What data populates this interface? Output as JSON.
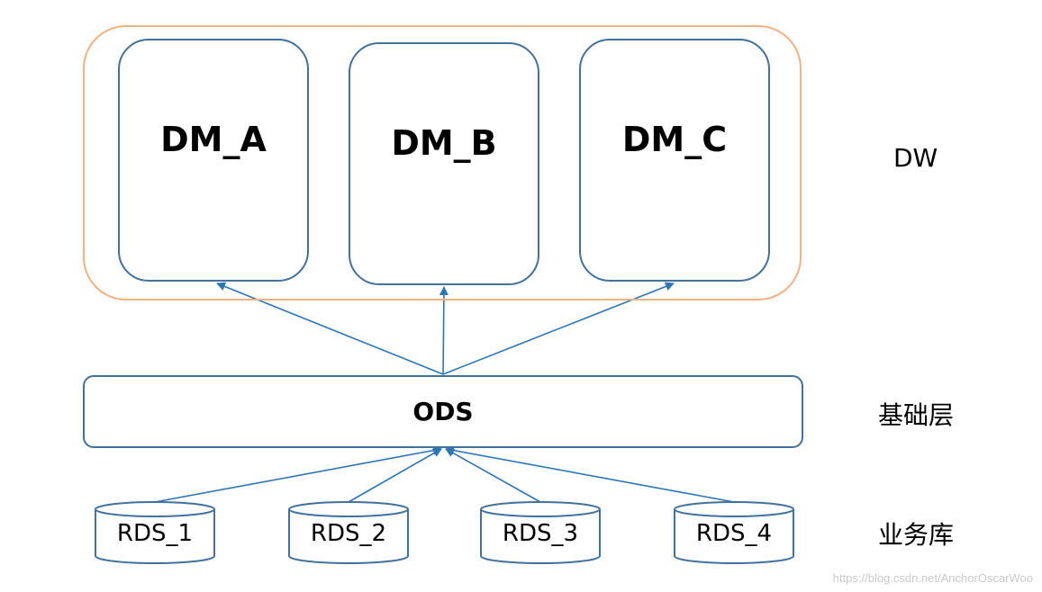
{
  "diagram": {
    "dw_label": "DW",
    "base_layer_label": "基础层",
    "business_db_label": "业务库",
    "data_marts": [
      {
        "label": "DM_A"
      },
      {
        "label": "DM_B"
      },
      {
        "label": "DM_C"
      }
    ],
    "ods": {
      "label": "ODS"
    },
    "sources": [
      {
        "label": "RDS_1"
      },
      {
        "label": "RDS_2"
      },
      {
        "label": "RDS_3"
      },
      {
        "label": "RDS_4"
      }
    ],
    "watermark": "https://blog.csdn.net/AnchorOscarWoo",
    "colors": {
      "dw_border": "#f4b183",
      "box_border": "#41719c",
      "arrow": "#2e75b6"
    }
  }
}
